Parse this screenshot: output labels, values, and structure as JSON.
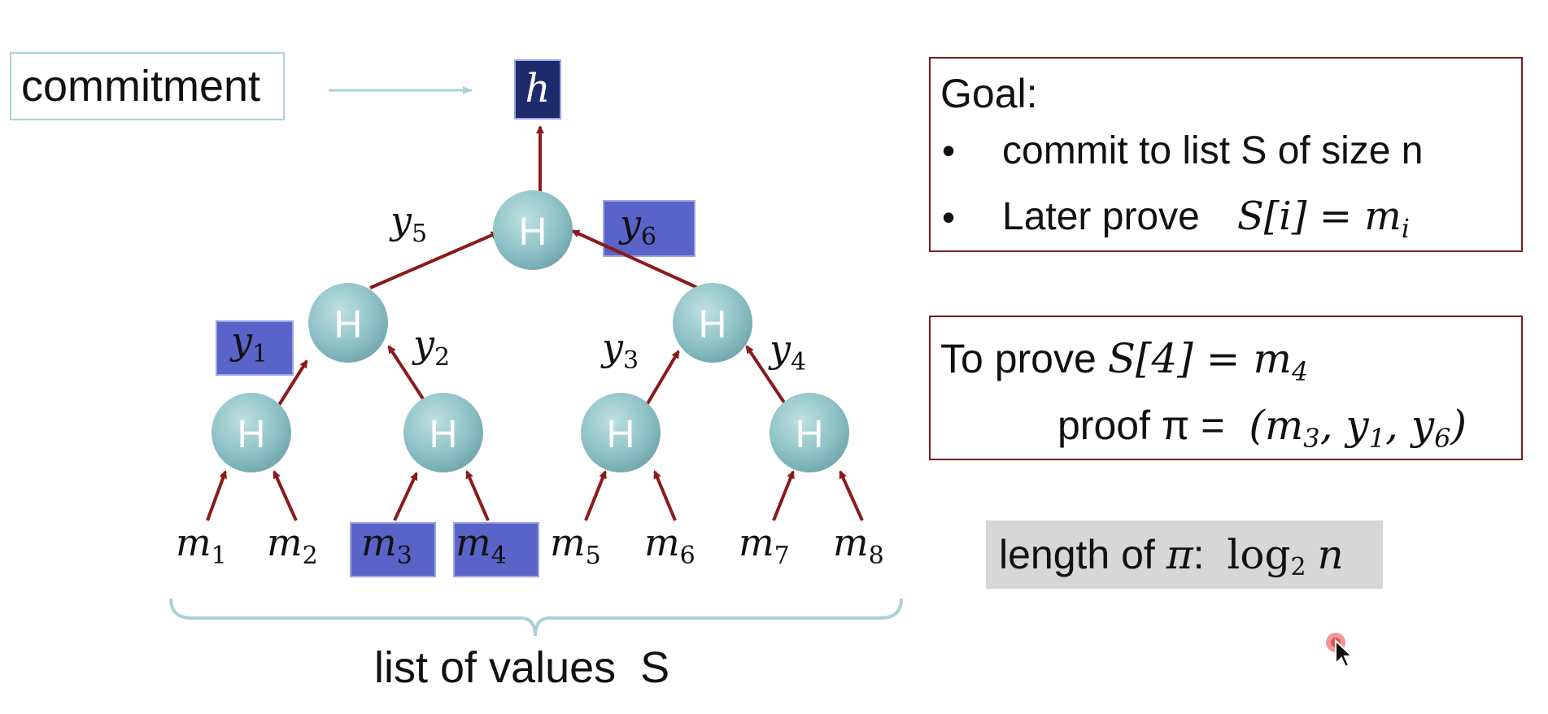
{
  "commitment_label": "commitment",
  "root": {
    "symbol": "h"
  },
  "hash_label": "H",
  "leaves": [
    {
      "base": "m",
      "sub": "1"
    },
    {
      "base": "m",
      "sub": "2"
    },
    {
      "base": "m",
      "sub": "3"
    },
    {
      "base": "m",
      "sub": "4"
    },
    {
      "base": "m",
      "sub": "5"
    },
    {
      "base": "m",
      "sub": "6"
    },
    {
      "base": "m",
      "sub": "7"
    },
    {
      "base": "m",
      "sub": "8"
    }
  ],
  "intermediate": [
    {
      "base": "y",
      "sub": "1"
    },
    {
      "base": "y",
      "sub": "2"
    },
    {
      "base": "y",
      "sub": "3"
    },
    {
      "base": "y",
      "sub": "4"
    },
    {
      "base": "y",
      "sub": "5"
    },
    {
      "base": "y",
      "sub": "6"
    }
  ],
  "caption": "list of values  S",
  "goal": {
    "title": "Goal:",
    "bullet1": "commit to list S of size n",
    "bullet2_text": "Later prove",
    "bullet2_math": "S[i] = m",
    "bullet2_sub": "i"
  },
  "prove": {
    "line1_text": "To prove",
    "line1_math": "S[4] = m",
    "line1_sub": "4",
    "line2_text": "proof π =",
    "line2_math_open": "(m",
    "line2_sub1": "3",
    "line2_math_mid1": ", y",
    "line2_sub2": "1",
    "line2_math_mid2": ", y",
    "line2_sub3": "6",
    "line2_math_close": ")"
  },
  "length": {
    "text": "length of",
    "pi": "π",
    "colon": ":",
    "log": "log",
    "log_sub": "2",
    "n": "n"
  },
  "colors": {
    "node_fill": "#8fc3c7",
    "edge": "#8b1a1a",
    "highlight": "#5a63c8",
    "root_fill": "#1d2a6b",
    "panel_border": "#7b1c1c"
  }
}
